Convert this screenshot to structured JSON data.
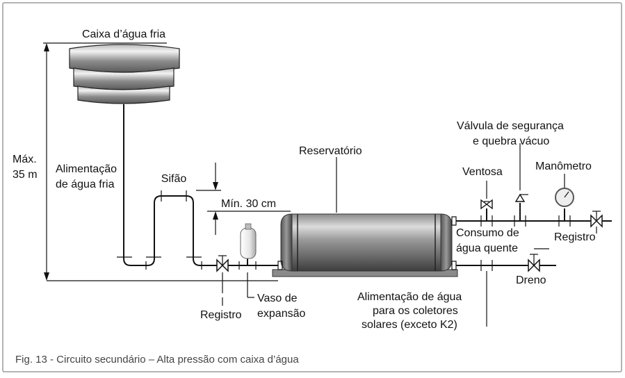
{
  "labels": {
    "tank": "Caixa d’água fria",
    "max_height_line1": "Máx.",
    "max_height_line2": "35 m",
    "cold_feed_line1": "Alimentação",
    "cold_feed_line2": "de água fria",
    "siphon": "Sifão",
    "min_height": "Mín. 30 cm",
    "reservoir": "Reservatório",
    "registry_left": "Registro",
    "expansion_line1": "Vaso de",
    "expansion_line2": "expansão",
    "collector_line1": "Alimentação de água",
    "collector_line2": "para os coletores",
    "collector_line3": "solares (exceto K2)",
    "safety_valve_line1": "Válvula de segurança",
    "safety_valve_line2": "e quebra vácuo",
    "vent": "Ventosa",
    "gauge": "Manômetro",
    "hot_use_line1": "Consumo de",
    "hot_use_line2": "água quente",
    "registry_right": "Registro",
    "drain": "Dreno"
  },
  "caption": "Fig. 13 - Circuito secundário – Alta pressão com caixa d’água"
}
